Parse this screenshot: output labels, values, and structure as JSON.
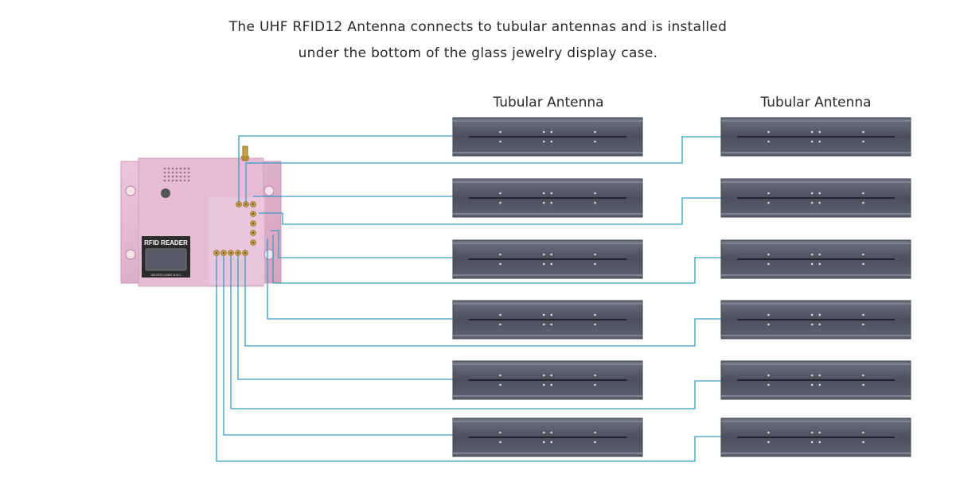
{
  "caption": {
    "line1": "The UHF RFID12 Antenna connects to tubular antennas and is installed",
    "line2": "under the bottom of the glass jewelry display case."
  },
  "columns": {
    "left_label": "Tubular Antenna",
    "right_label": "Tubular Antenna"
  },
  "reader": {
    "title": "RFID READER",
    "model": "WS-RFID-12ANT-B-W-2",
    "port_count": 12
  },
  "colors": {
    "reader_body": "#e2b6d0",
    "cable": "#3a9cc4",
    "antenna": "#5b6170"
  }
}
